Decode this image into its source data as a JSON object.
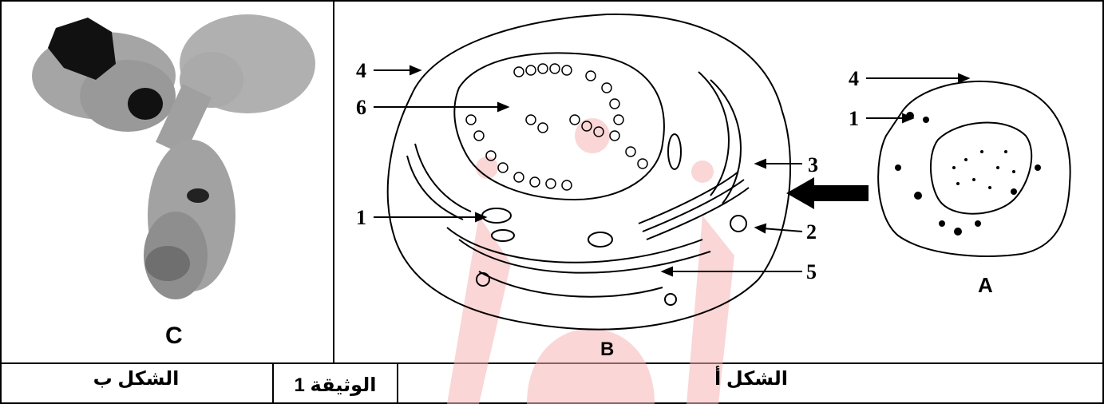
{
  "figure_a": {
    "caption": "الشكل أ",
    "cell_a_letter": "A",
    "cell_b_letter": "B",
    "cell_a_labels": [
      "4",
      "1"
    ],
    "cell_b_labels": [
      "4",
      "6",
      "3",
      "1",
      "2",
      "5"
    ]
  },
  "figure_b": {
    "caption": "الشكل ب",
    "letter": "C"
  },
  "document": {
    "label": "الوثيقة 1"
  },
  "colors": {
    "watermark": "#f4c9c9",
    "watermark_strong": "#ef8f8f",
    "antibody_gray": "#9a9a9a",
    "antibody_dark": "#111111"
  }
}
